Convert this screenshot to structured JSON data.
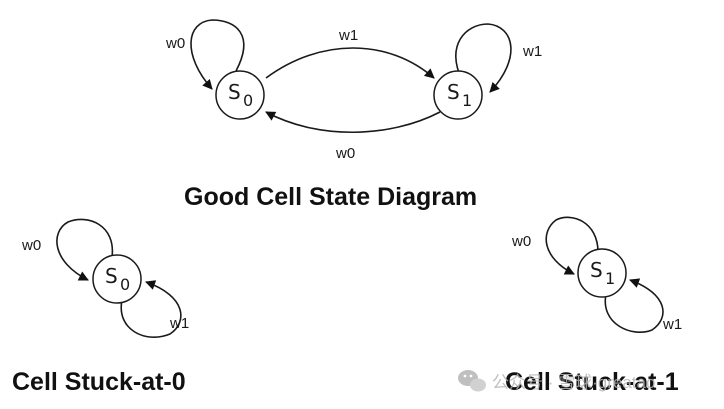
{
  "diagrams": [
    {
      "caption": "Good Cell State Diagram",
      "states": [
        {
          "name": "S",
          "subscript": "0"
        },
        {
          "name": "S",
          "subscript": "1"
        }
      ],
      "transitions": [
        {
          "from": "S0",
          "to": "S0",
          "label": "w0"
        },
        {
          "from": "S0",
          "to": "S1",
          "label": "w1"
        },
        {
          "from": "S1",
          "to": "S1",
          "label": "w1"
        },
        {
          "from": "S1",
          "to": "S0",
          "label": "w0"
        }
      ]
    },
    {
      "caption": "Cell Stuck-at-0",
      "states": [
        {
          "name": "S",
          "subscript": "0"
        }
      ],
      "transitions": [
        {
          "from": "S0",
          "to": "S0",
          "label": "w0"
        },
        {
          "from": "S0",
          "to": "S0",
          "label": "w1"
        }
      ]
    },
    {
      "caption": "Cell Stuck-at-1",
      "states": [
        {
          "name": "S",
          "subscript": "1"
        }
      ],
      "transitions": [
        {
          "from": "S1",
          "to": "S1",
          "label": "w0"
        },
        {
          "from": "S1",
          "to": "S1",
          "label": "w1"
        }
      ]
    }
  ],
  "watermark": {
    "text": "公众号 · 雪球·greatao",
    "icon": "wechat-icon",
    "color": "#b5b5b5"
  },
  "colors": {
    "ink": "#1a1a1a",
    "background": "#ffffff"
  }
}
